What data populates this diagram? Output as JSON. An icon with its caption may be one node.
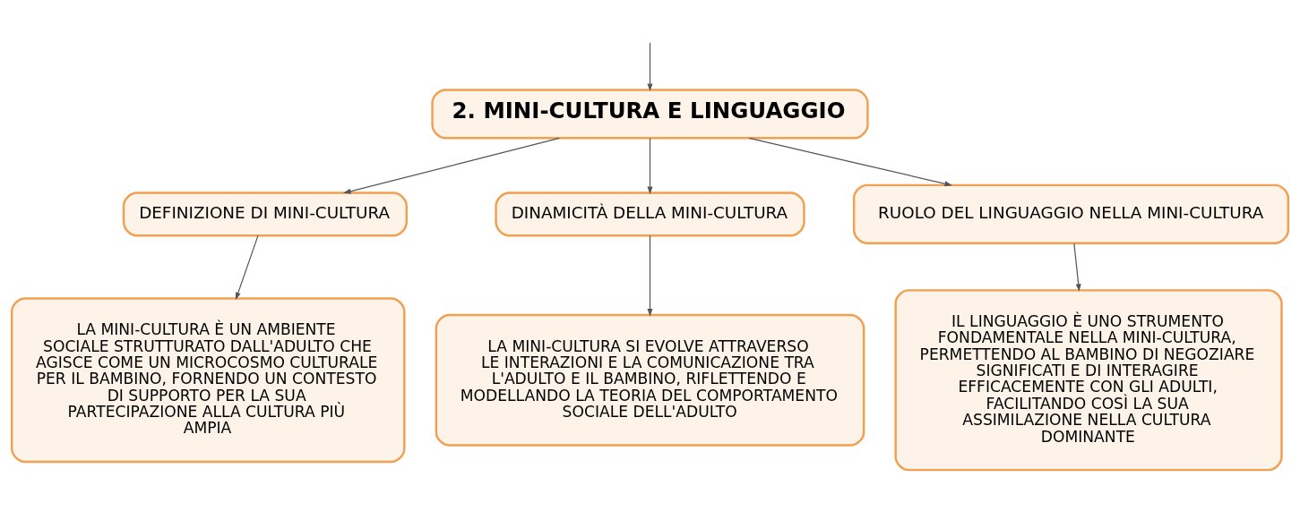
{
  "diagram": {
    "nodes": [
      {
        "text": [
          "2. MINI-CULTURA E LINGUAGGIO"
        ]
      },
      {
        "text": [
          "DEFINIZIONE DI MINI-CULTURA"
        ]
      },
      {
        "text": [
          "DINAMICITÀ DELLA MINI-CULTURA"
        ]
      },
      {
        "text": [
          "RUOLO DEL LINGUAGGIO NELLA MINI-CULTURA"
        ]
      },
      {
        "text": [
          "LA MINI-CULTURA È UN AMBIENTE SOCIALE STRUTTURATO DALL'ADULTO CHE AGISCE COME UN MICROCOSMO CULTURALE PER IL BAMBINO, FORNENDO UN CONTESTO DI SUPPORTO PER LA SUA PARTECIPAZIONE ALLA CULTURA PIÙ AMPIA"
        ]
      },
      {
        "text": [
          "LA MINI-CULTURA SI EVOLVE ATTRAVERSO LE INTERAZIONI E LA COMUNICAZIONE TRA L'ADULTO E IL BAMBINO, RIFLETTENDO E MODELLANDO LA TEORIA DEL COMPORTAMENTO SOCIALE DELL'ADULTO"
        ]
      },
      {
        "text": [
          "IL LINGUAGGIO È UNO STRUMENTO FONDAMENTALE NELLA MINI-CULTURA, PERMETTENDO AL BAMBINO DI NEGOZIARE SIGNIFICATI E DI INTERAGIRE EFFICACEMENTE CON GLI ADULTI, FACILITANDO COSÌ LA SUA ASSIMILAZIONE NELLA CULTURA DOMINANTE"
        ]
      }
    ],
    "edges": [
      {
        "from": null,
        "to": 0,
        "arrow": "to"
      },
      {
        "from": 0,
        "to": 1,
        "arrow": "to"
      },
      {
        "from": 0,
        "to": 2,
        "arrow": "to"
      },
      {
        "from": 0,
        "to": 3,
        "arrow": "to"
      },
      {
        "from": 1,
        "to": 4,
        "arrow": "to"
      },
      {
        "from": 2,
        "to": 5,
        "arrow": "to"
      },
      {
        "from": 3,
        "to": 6,
        "arrow": "to"
      }
    ]
  }
}
